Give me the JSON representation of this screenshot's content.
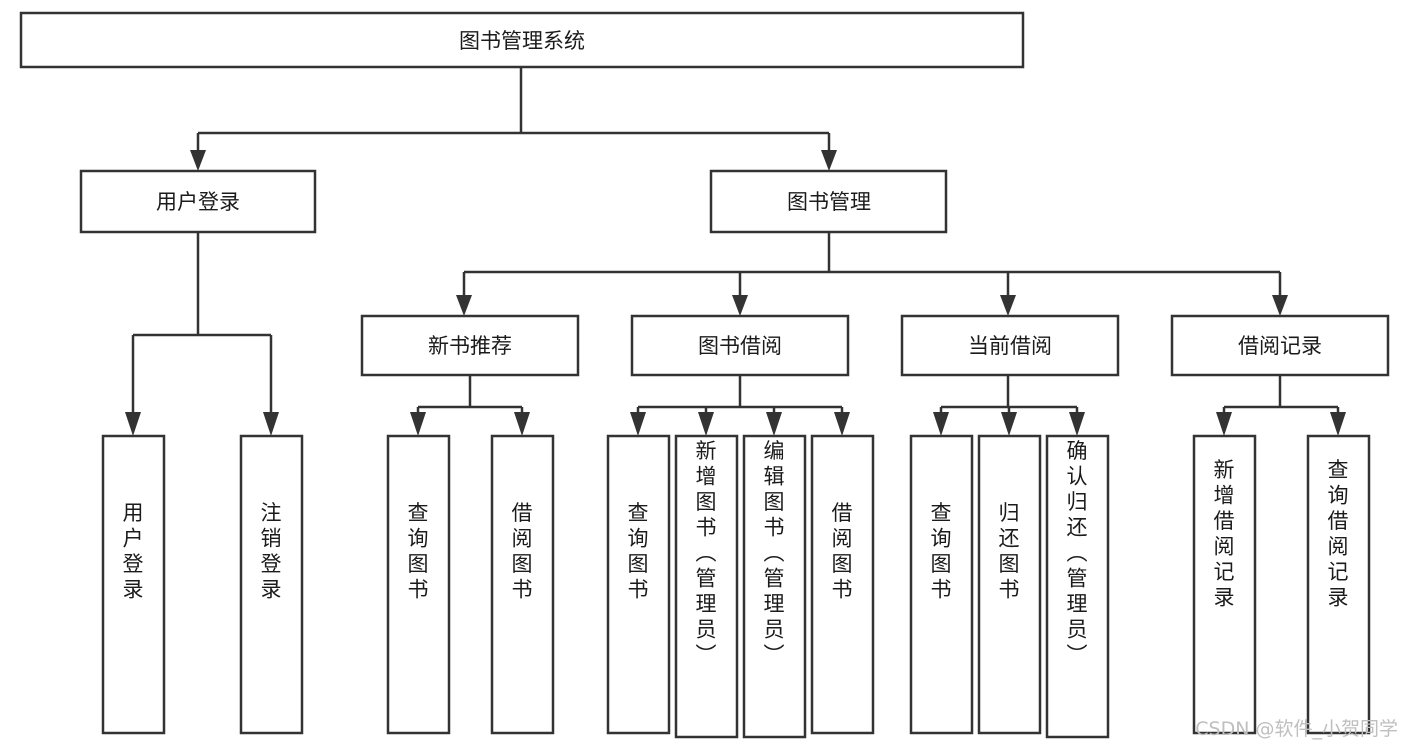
{
  "diagram": {
    "type": "tree-hierarchy-chart",
    "title": "图书管理系统",
    "colors": {
      "box_fill": "#ffffff",
      "box_stroke": "#333333",
      "text": "#1b1b1b",
      "background": "#ffffff",
      "watermark": "#bfbfbf"
    },
    "root": {
      "label": "图书管理系统"
    },
    "level2": [
      {
        "label": "用户登录"
      },
      {
        "label": "图书管理"
      }
    ],
    "level3": [
      {
        "label": "新书推荐"
      },
      {
        "label": "图书借阅"
      },
      {
        "label": "当前借阅"
      },
      {
        "label": "借阅记录"
      }
    ],
    "leaves": {
      "user_login": [
        {
          "label": "用户登录"
        },
        {
          "label": "注销登录"
        }
      ],
      "new_book_recommend": [
        {
          "label": "查询图书"
        },
        {
          "label": "借阅图书"
        }
      ],
      "book_borrow": [
        {
          "label": "查询图书"
        },
        {
          "label": "新增图书（管理员）"
        },
        {
          "label": "编辑图书（管理员）"
        },
        {
          "label": "借阅图书"
        }
      ],
      "current_borrow": [
        {
          "label": "查询图书"
        },
        {
          "label": "归还图书"
        },
        {
          "label": "确认归还（管理员）"
        }
      ],
      "borrow_record": [
        {
          "label": "新增借阅记录"
        },
        {
          "label": "查询借阅记录"
        }
      ]
    },
    "watermark": "CSDN @软件_小贺同学"
  }
}
